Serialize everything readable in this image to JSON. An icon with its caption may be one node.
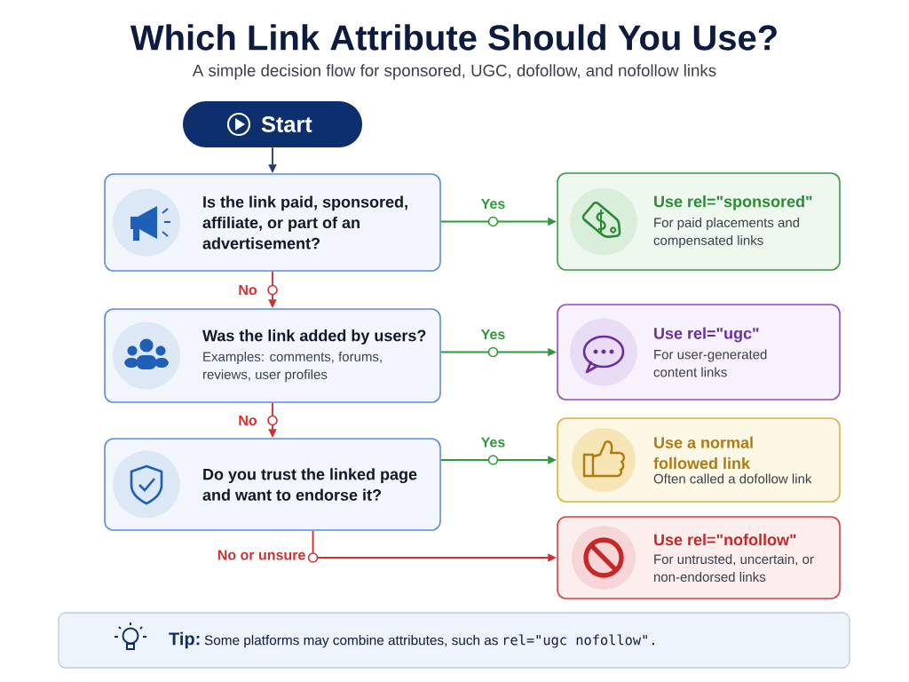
{
  "diagram": {
    "title": "Which Link Attribute Should You Use?",
    "caption": "A simple decision flow for sponsored, UGC, dofollow, and nofollow links",
    "nodes": [
      {
        "text": [
          "Start"
        ]
      },
      {
        "text": [
          "Is the link paid, sponsored, affiliate, or part of an advertisement?"
        ]
      },
      {
        "text": [
          "Was the link added by users?",
          "Examples: comments, forums, reviews, user profiles"
        ]
      },
      {
        "text": [
          "Do you trust the linked page and want to endorse it?"
        ]
      },
      {
        "text": [
          "Use rel=\"sponsored\"",
          "For paid placements and compensated links"
        ]
      },
      {
        "text": [
          "Use rel=\"ugc\"",
          "For user-generated content links"
        ]
      },
      {
        "text": [
          "Use a normal followed link",
          "Often called a dofollow link"
        ]
      },
      {
        "text": [
          "Use rel=\"nofollow\"",
          "For untrusted, uncertain, or non-endorsed links"
        ]
      },
      {
        "text": [
          "Tip:",
          "Some platforms may combine attributes, such as",
          "rel=\"ugc nofollow\"."
        ]
      }
    ],
    "edges": [
      {
        "from": 0,
        "to": 1,
        "arrow": "to",
        "color": "#1f3f7a"
      },
      {
        "from": 1,
        "to": 4,
        "arrow": "to",
        "label": "Yes",
        "color": "#2e9a3a"
      },
      {
        "from": 1,
        "to": 2,
        "arrow": "to",
        "label": "No",
        "color": "#d32f2f"
      },
      {
        "from": 2,
        "to": 5,
        "arrow": "to",
        "label": "Yes",
        "color": "#2e9a3a"
      },
      {
        "from": 2,
        "to": 3,
        "arrow": "to",
        "label": "No",
        "color": "#d32f2f"
      },
      {
        "from": 3,
        "to": 6,
        "arrow": "to",
        "label": "Yes",
        "color": "#2e9a3a"
      },
      {
        "from": 3,
        "to": 7,
        "arrow": "to",
        "label": "No or unsure",
        "color": "#d32f2f"
      }
    ]
  }
}
